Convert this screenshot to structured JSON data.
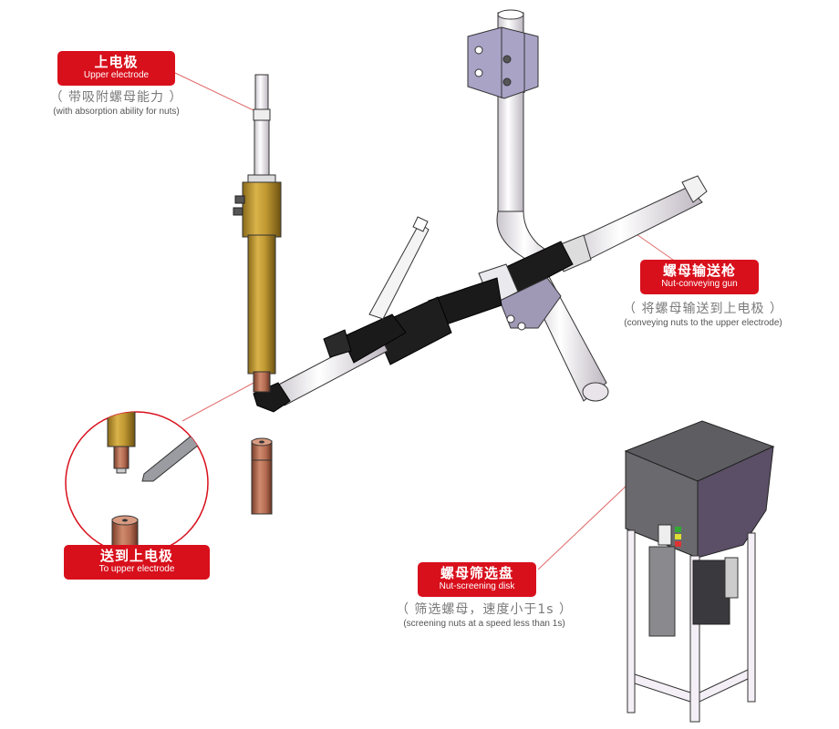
{
  "diagram": {
    "type": "equipment-component-diagram",
    "accent_color": "#d8101c",
    "leader_line_color": "#e06a6a",
    "components": [
      {
        "id": "upper-electrode",
        "label_cn": "上电极",
        "label_en": "Upper electrode",
        "note_cn": "（ 带吸附螺母能力 ）",
        "note_en": "(with absorption ability for nuts)"
      },
      {
        "id": "to-upper-electrode",
        "label_cn": "送到上电极",
        "label_en": "To upper electrode"
      },
      {
        "id": "nut-conveying-gun",
        "label_cn": "螺母输送枪",
        "label_en": "Nut-conveying gun",
        "note_cn": "（ 将螺母输送到上电极 ）",
        "note_en": "(conveying nuts to the upper electrode)"
      },
      {
        "id": "nut-screening-disk",
        "label_cn": "螺母筛选盘",
        "label_en": "Nut-screening disk",
        "note_cn": "（ 筛选螺母，速度小于1s ）",
        "note_en": "(screening nuts at a speed less than 1s)"
      }
    ]
  }
}
